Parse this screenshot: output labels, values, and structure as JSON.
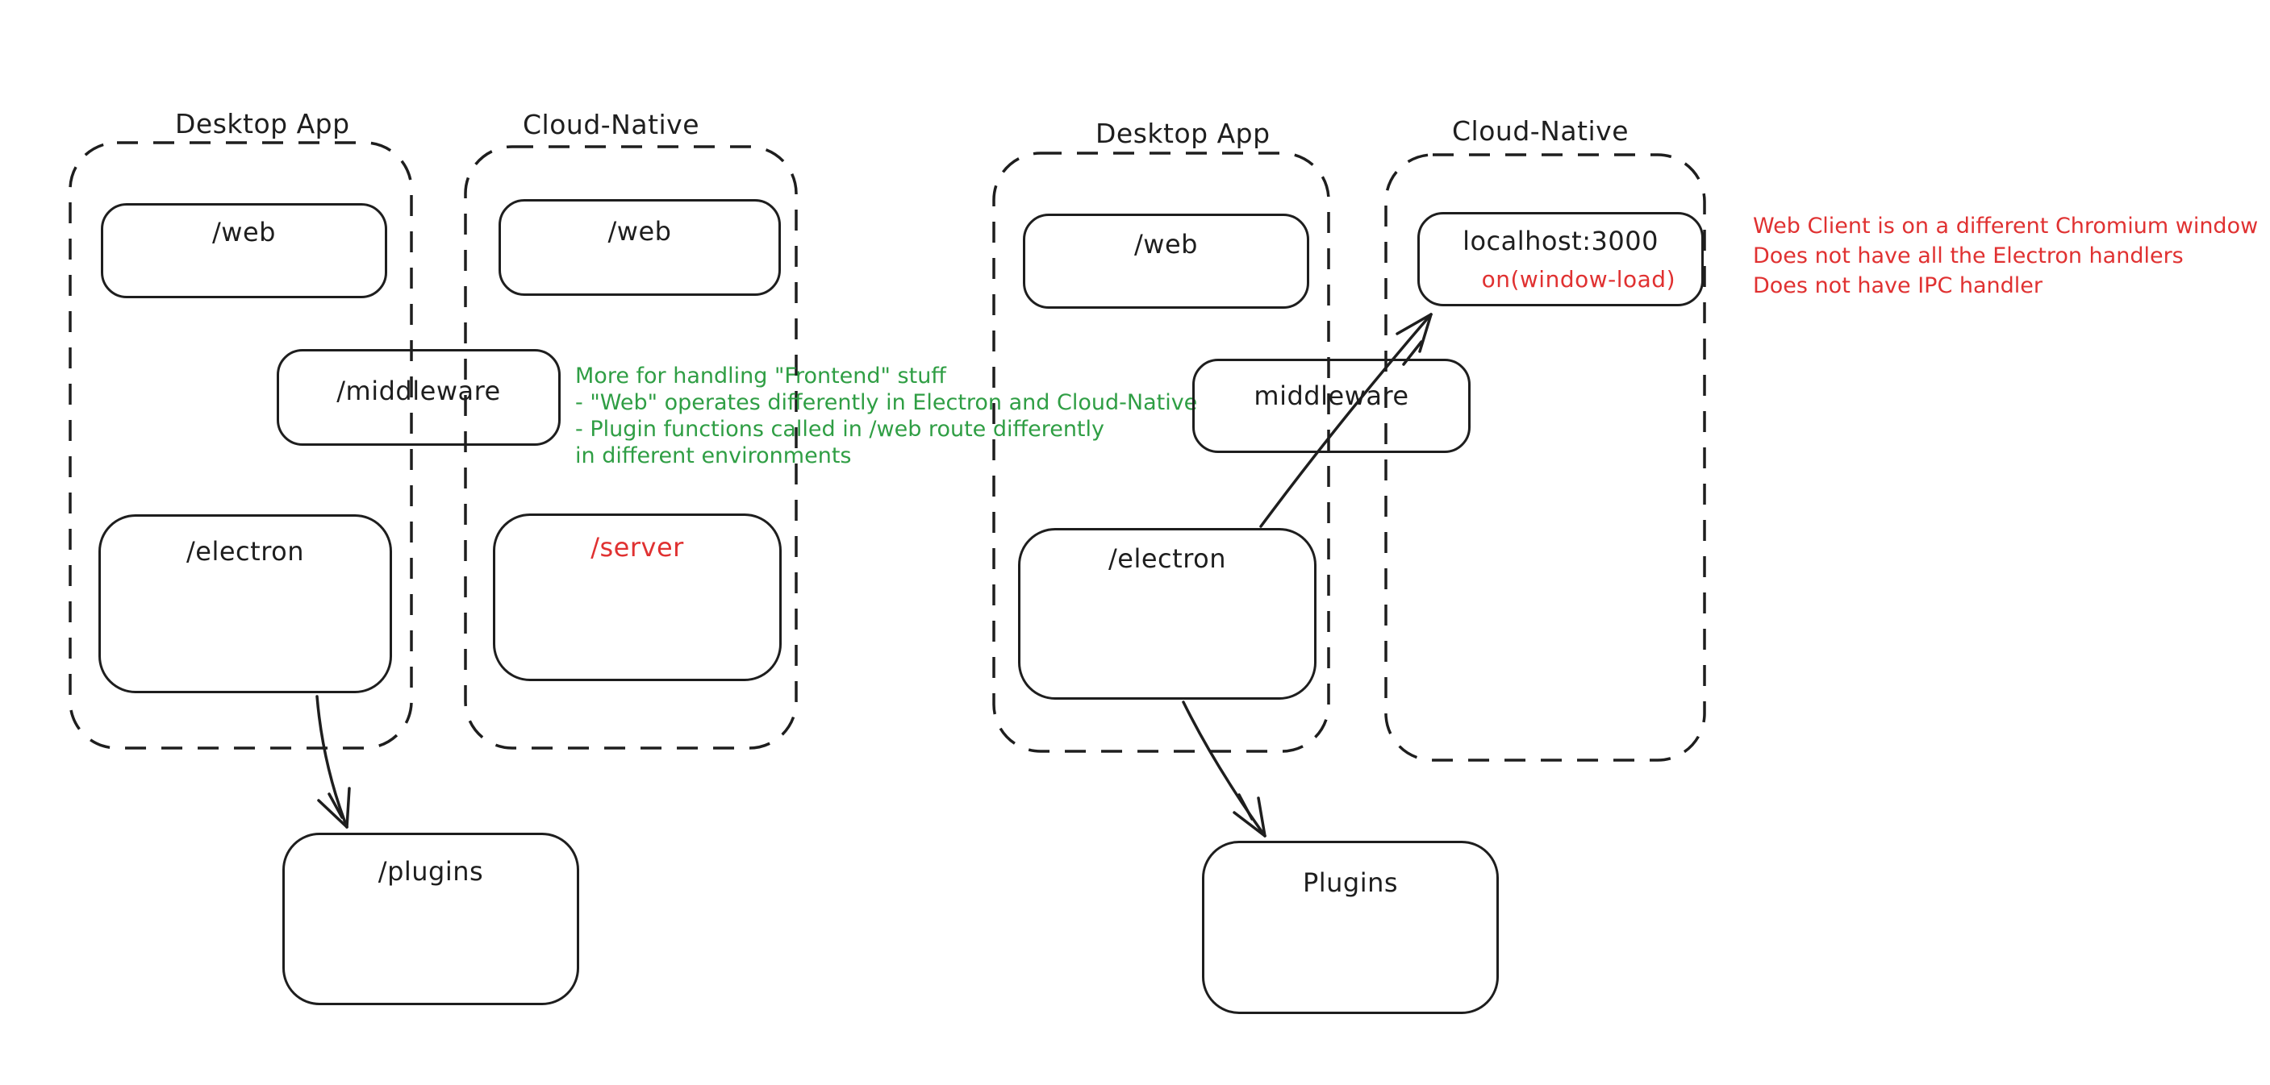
{
  "colors": {
    "stroke": "#1e1e1e",
    "red": "#e03131",
    "green": "#2f9e44",
    "background": "#ffffff"
  },
  "left_diagram": {
    "desktop_label": "Desktop App",
    "cloud_label": "Cloud-Native",
    "web_desktop": "/web",
    "web_cloud": "/web",
    "middleware": "/middleware",
    "electron": "/electron",
    "server": "/server",
    "plugins": "/plugins",
    "note": {
      "lines": [
        "More for handling \"Frontend\" stuff",
        "- \"Web\" operates differently in Electron and Cloud-Native",
        "- Plugin functions called in /web route differently",
        "in different environments"
      ]
    }
  },
  "right_diagram": {
    "desktop_label": "Desktop App",
    "cloud_label": "Cloud-Native",
    "web_desktop": "/web",
    "localhost": "localhost:3000",
    "window_load": "on(window-load)",
    "middleware": "middleware",
    "electron": "/electron",
    "plugins": "Plugins",
    "note": {
      "lines": [
        "Web Client is on a different Chromium window",
        "Does not have all the Electron handlers",
        "Does not have IPC handler"
      ]
    }
  }
}
